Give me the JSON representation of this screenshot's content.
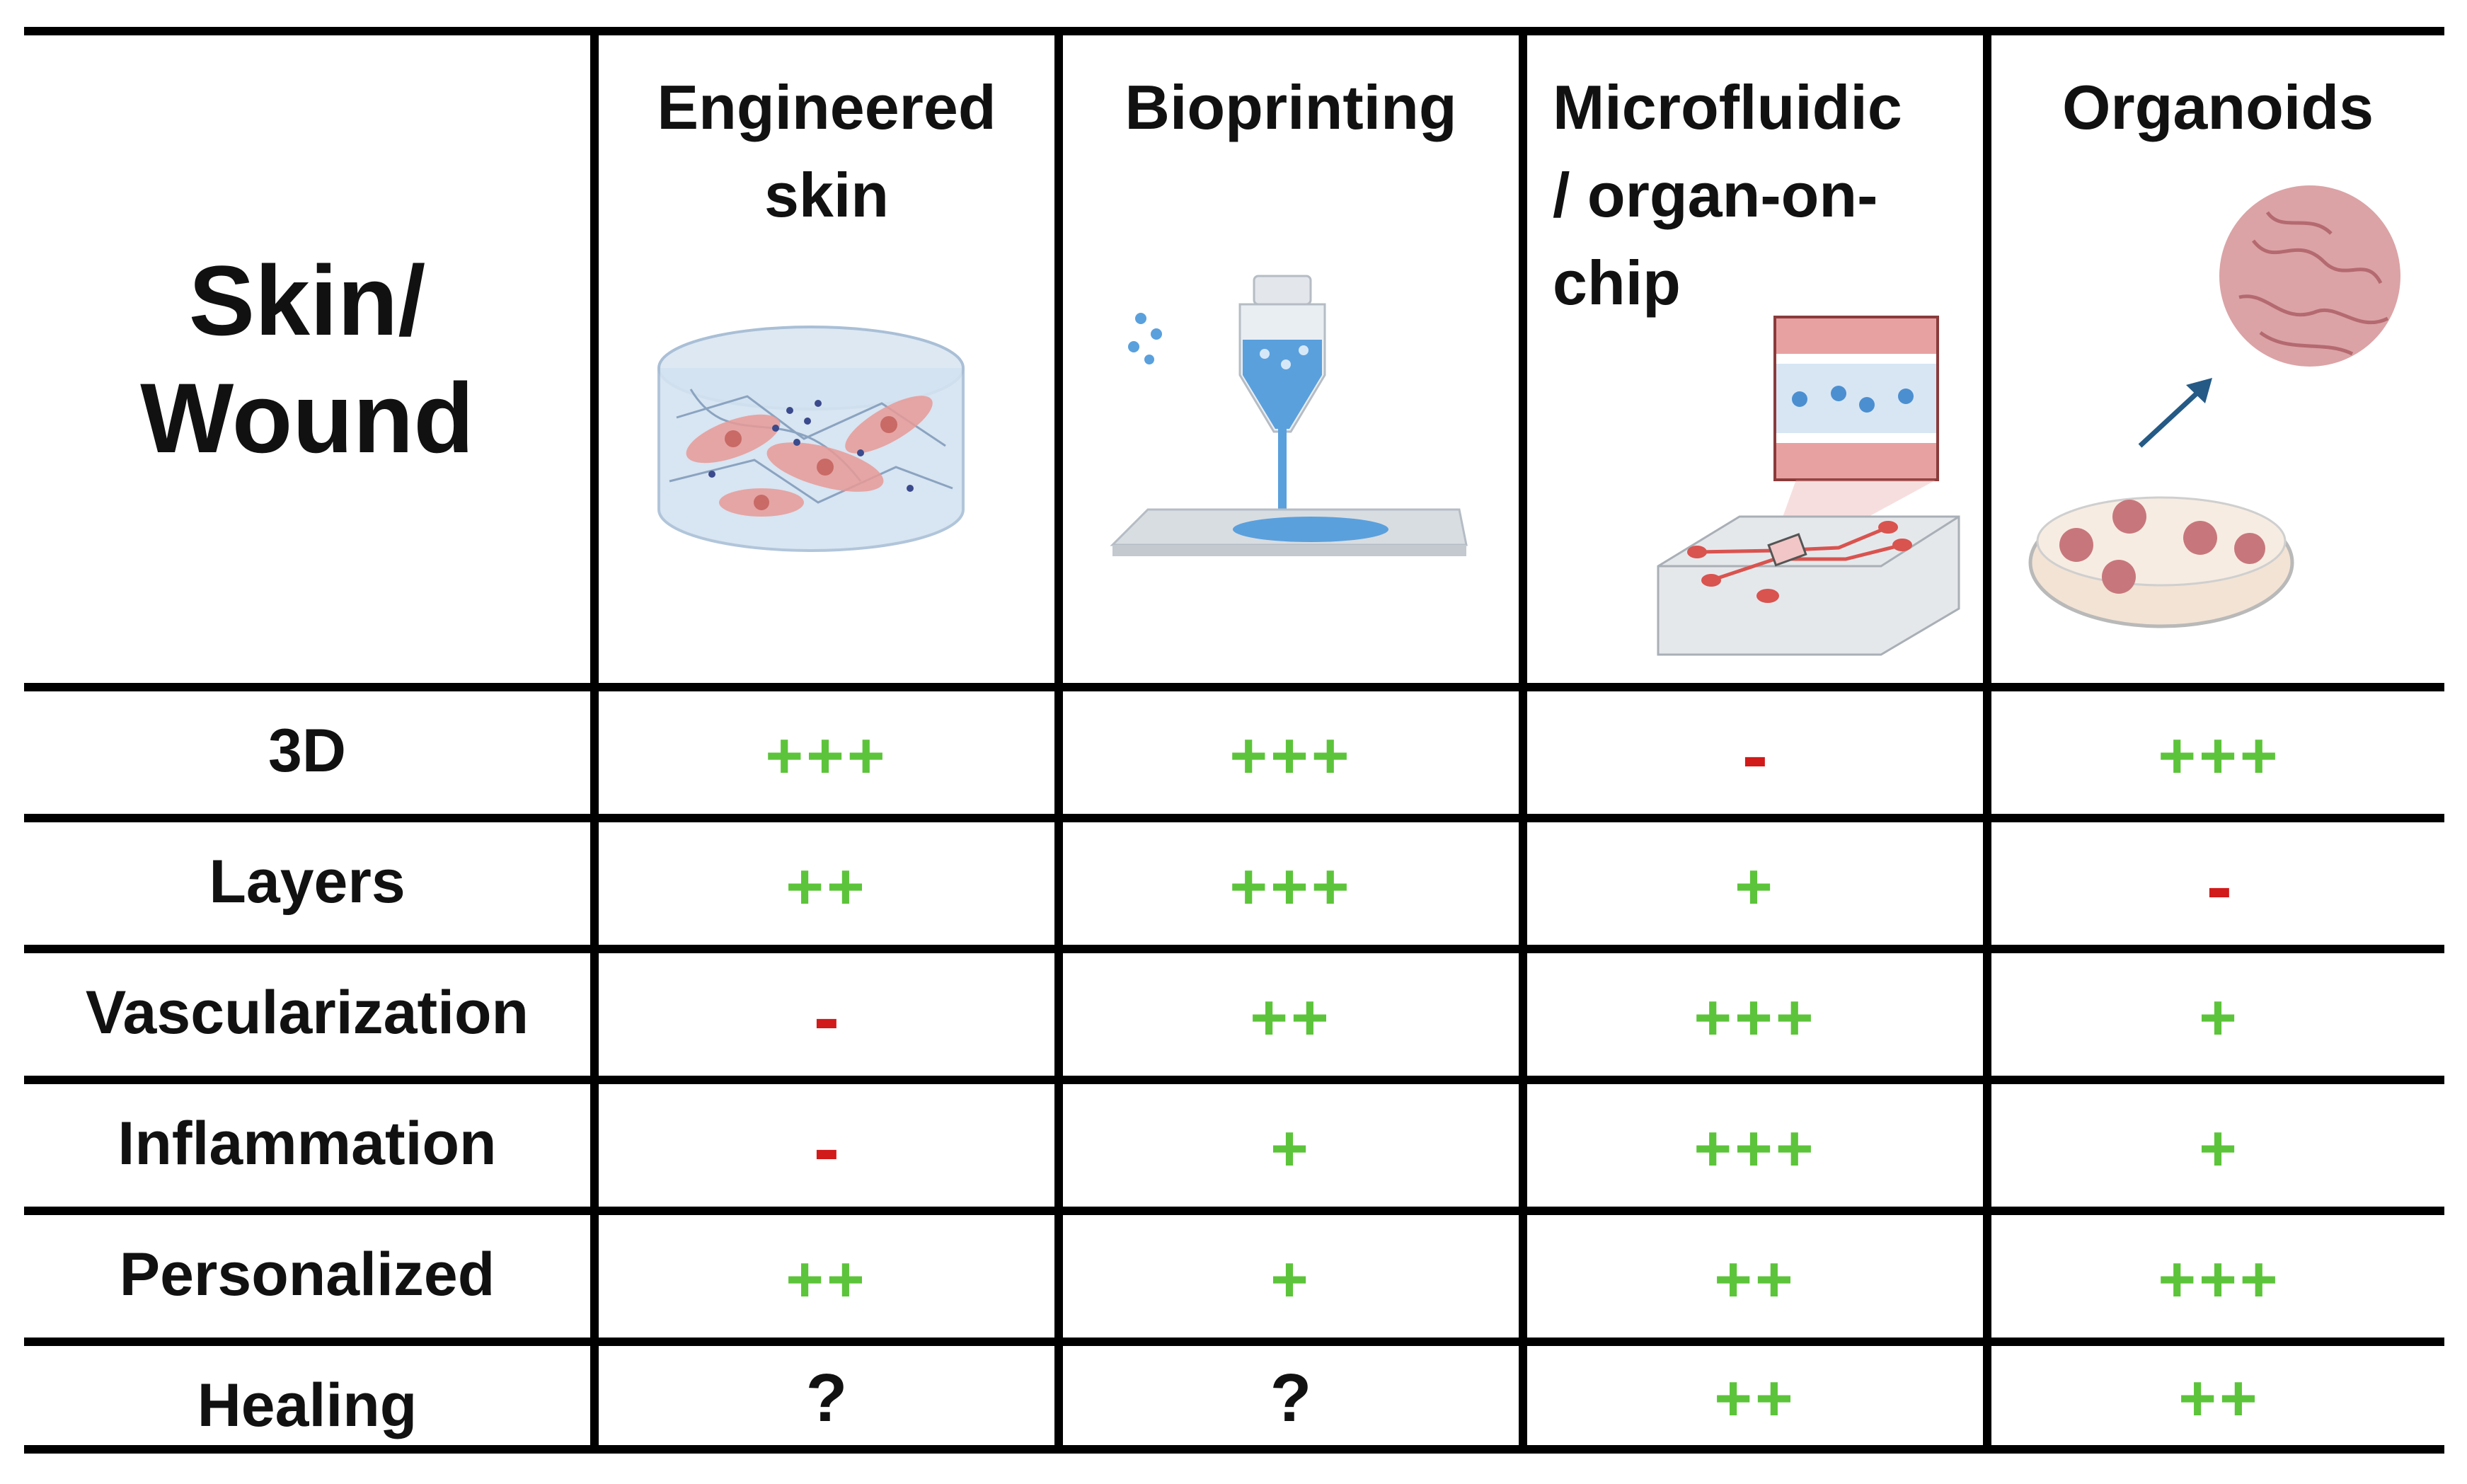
{
  "corner_label": "Skin/\nWound",
  "columns": [
    {
      "title": "Engineered\nskin",
      "icon": "engineered-skin-illustration"
    },
    {
      "title": "Bioprinting",
      "icon": "bioprinting-illustration"
    },
    {
      "title": "Microfluidic\n/ organ-on-\nchip",
      "icon": "organ-on-chip-illustration"
    },
    {
      "title": "Organoids",
      "icon": "organoids-illustration"
    }
  ],
  "rows": [
    {
      "label": "3D",
      "cells": [
        "+++",
        "+++",
        "-",
        "+++"
      ]
    },
    {
      "label": "Layers",
      "cells": [
        "++",
        "+++",
        "+",
        "-"
      ]
    },
    {
      "label": "Vascularization",
      "cells": [
        "-",
        "++",
        "+++",
        "+"
      ]
    },
    {
      "label": "Inflammation",
      "cells": [
        "-",
        "+",
        "+++",
        "+"
      ]
    },
    {
      "label": "Personalized",
      "cells": [
        "++",
        "+",
        "++",
        "+++"
      ]
    },
    {
      "label": "Healing",
      "cells": [
        "?",
        "?",
        "++",
        "++"
      ]
    }
  ],
  "colors": {
    "positive": "#5cc43a",
    "negative": "#d11a1a",
    "unknown": "#111111",
    "grid": "#000000"
  }
}
